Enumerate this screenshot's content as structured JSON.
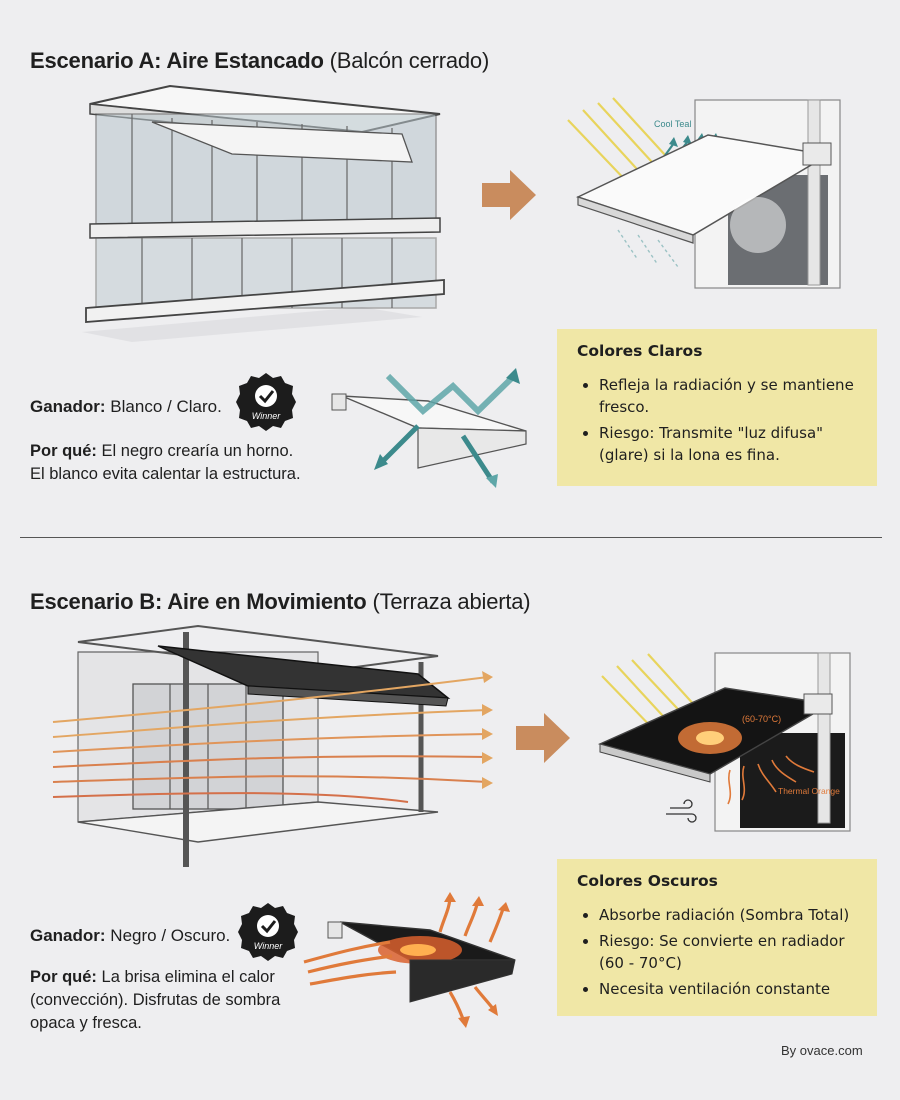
{
  "scenario_a": {
    "title_bold": "Escenario A: Aire Estancado",
    "title_rest": "(Balcón cerrado)",
    "winner_label": "Ganador:",
    "winner_value": "Blanco / Claro.",
    "why_label": "Por qué:",
    "why_line1": "El negro crearía un horno.",
    "why_line2": "El blanco evita calentar la estructura.",
    "badge_text": "Winner",
    "diagram_label": "Cool Teal",
    "box": {
      "heading": "Colores Claros",
      "items": [
        "Refleja la radiación y se mantiene fresco.",
        "Riesgo: Transmite \"luz difusa\" (glare) si la lona es fina."
      ]
    }
  },
  "scenario_b": {
    "title_bold": "Escenario B: Aire en Movimiento",
    "title_rest": "(Terraza abierta)",
    "winner_label": "Ganador:",
    "winner_value": "Negro / Oscuro.",
    "why_label": "Por qué:",
    "why_line1": "La brisa elimina el calor",
    "why_line2": "(convección). Disfrutas de sombra",
    "why_line3": "opaca y fresca.",
    "badge_text": "Winner",
    "diagram_label_temp": "(60-70°C)",
    "diagram_label_color": "Thermal Orange",
    "box": {
      "heading": "Colores Oscuros",
      "items": [
        "Absorbe radiación (Sombra Total)",
        "Riesgo: Se convierte en radiador (60 - 70°C)",
        "Necesita ventilación constante"
      ]
    }
  },
  "credit": "By ovace.com",
  "colors": {
    "arrow_brown": "#c98c5e",
    "box_yellow": "#f0e7a6",
    "teal": "#3c8a8c",
    "heat_orange": "#e07a3a"
  }
}
